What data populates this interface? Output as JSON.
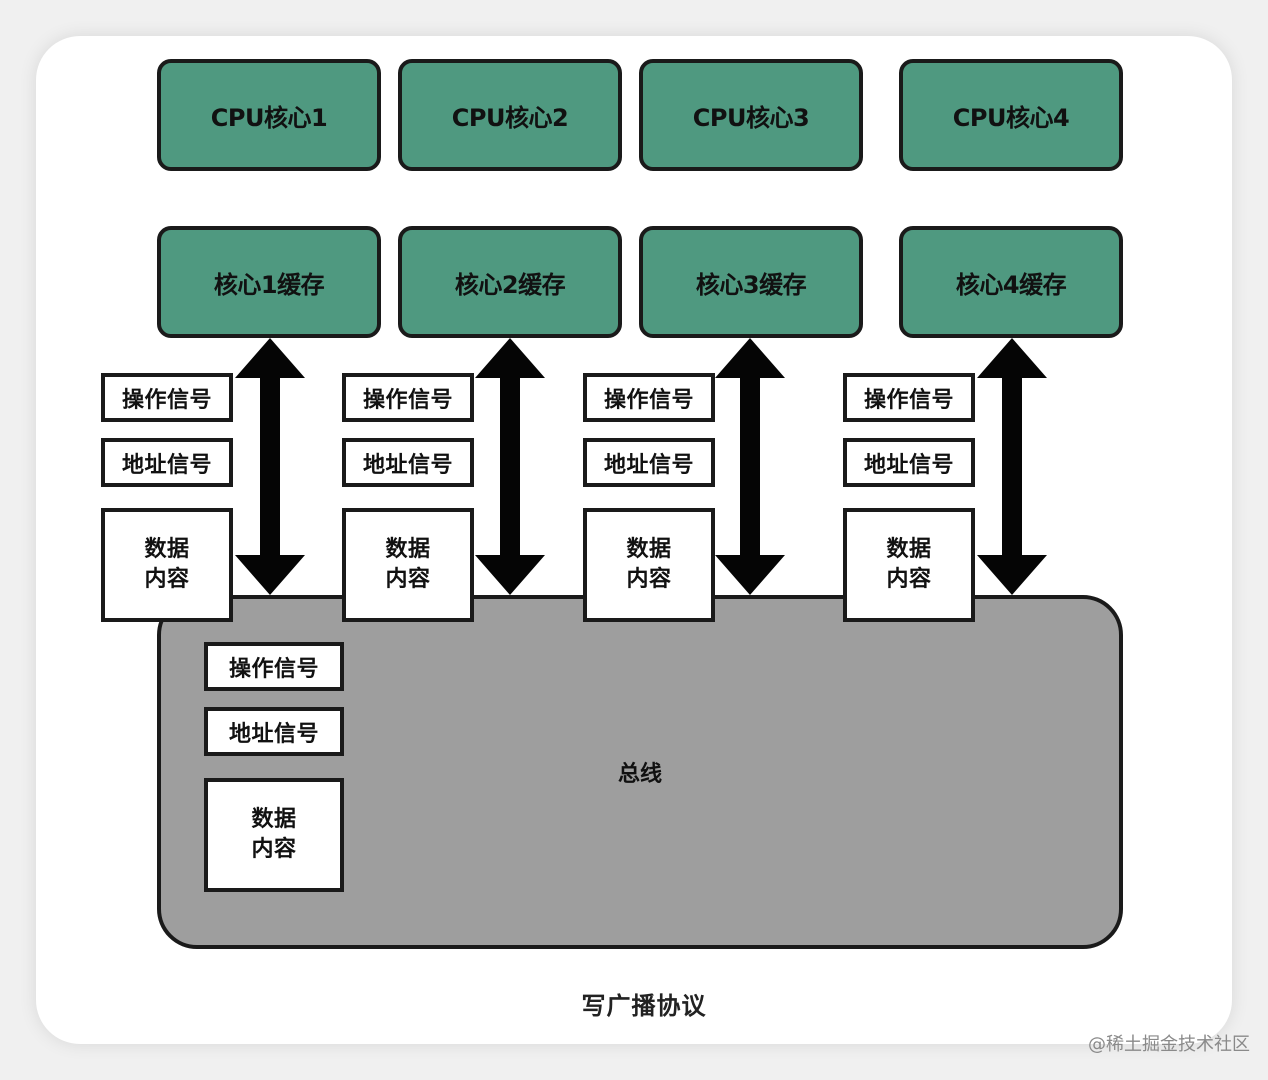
{
  "cores": [
    {
      "cpu_label": "CPU核心1",
      "cache_label": "核心1缓存"
    },
    {
      "cpu_label": "CPU核心2",
      "cache_label": "核心2缓存"
    },
    {
      "cpu_label": "CPU核心3",
      "cache_label": "核心3缓存"
    },
    {
      "cpu_label": "CPU核心4",
      "cache_label": "核心4缓存"
    }
  ],
  "signals": {
    "operation": "操作信号",
    "address": "地址信号",
    "data_line1": "数据",
    "data_line2": "内容"
  },
  "bus_label": "总线",
  "caption": "写广播协议",
  "watermark": "@稀土掘金技术社区",
  "colors": {
    "cpu_fill": "#4f9980",
    "bus_fill": "#9e9e9e",
    "border": "#1a1a1a"
  }
}
